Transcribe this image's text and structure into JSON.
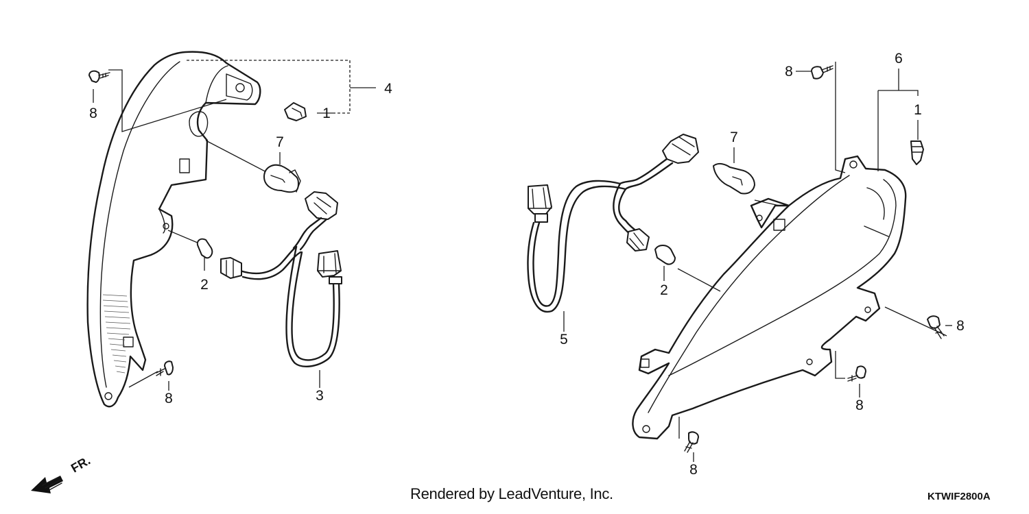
{
  "diagram": {
    "callouts": {
      "c1a": "1",
      "c1b": "1",
      "c2a": "2",
      "c2b": "2",
      "c3": "3",
      "c4": "4",
      "c5": "5",
      "c6": "6",
      "c7a": "7",
      "c7b": "7",
      "c8a": "8",
      "c8b": "8",
      "c8c": "8",
      "c8d": "8",
      "c8e": "8",
      "c8f": "8"
    },
    "front_marker": "FR."
  },
  "footer": {
    "credit": "Rendered by LeadVenture, Inc.",
    "diagram_code": "KTWIF2800A"
  }
}
